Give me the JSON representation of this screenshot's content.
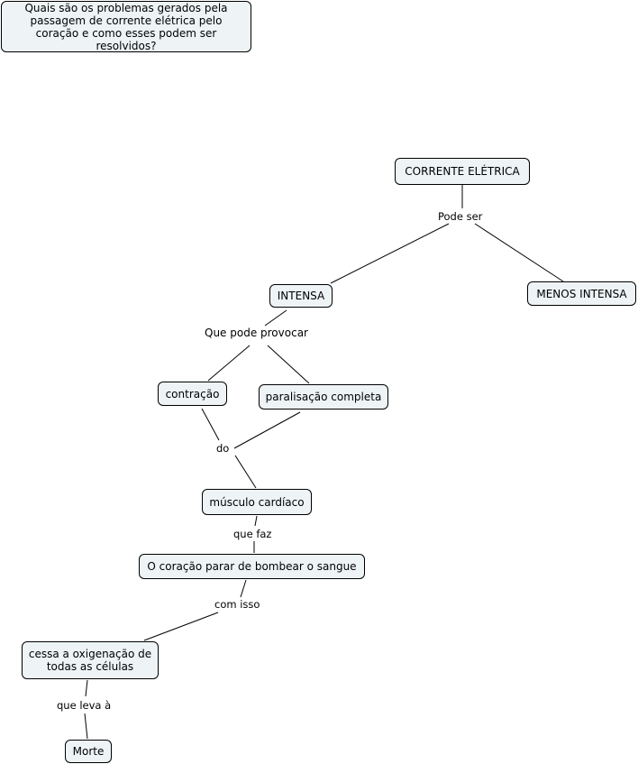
{
  "question": "Quais são os problemas gerados pela passagem de corrente elétrica pelo coração e como esses podem ser resolvidos?",
  "nodes": {
    "corrente": "CORRENTE ELÉTRICA",
    "intensa": "INTENSA",
    "menos_intensa": "MENOS INTENSA",
    "contracao": "contração",
    "paralisacao": "paralisação completa",
    "musculo": "músculo cardíaco",
    "coracao": "O coração parar de bombear o sangue",
    "oxigenacao": "cessa a oxigenação de todas as células",
    "morte": "Morte"
  },
  "links": {
    "pode_ser": "Pode ser",
    "que_pode_provocar": "Que pode provocar",
    "do": "do",
    "que_faz": "que faz",
    "com_isso": "com isso",
    "que_leva": "que leva à"
  }
}
